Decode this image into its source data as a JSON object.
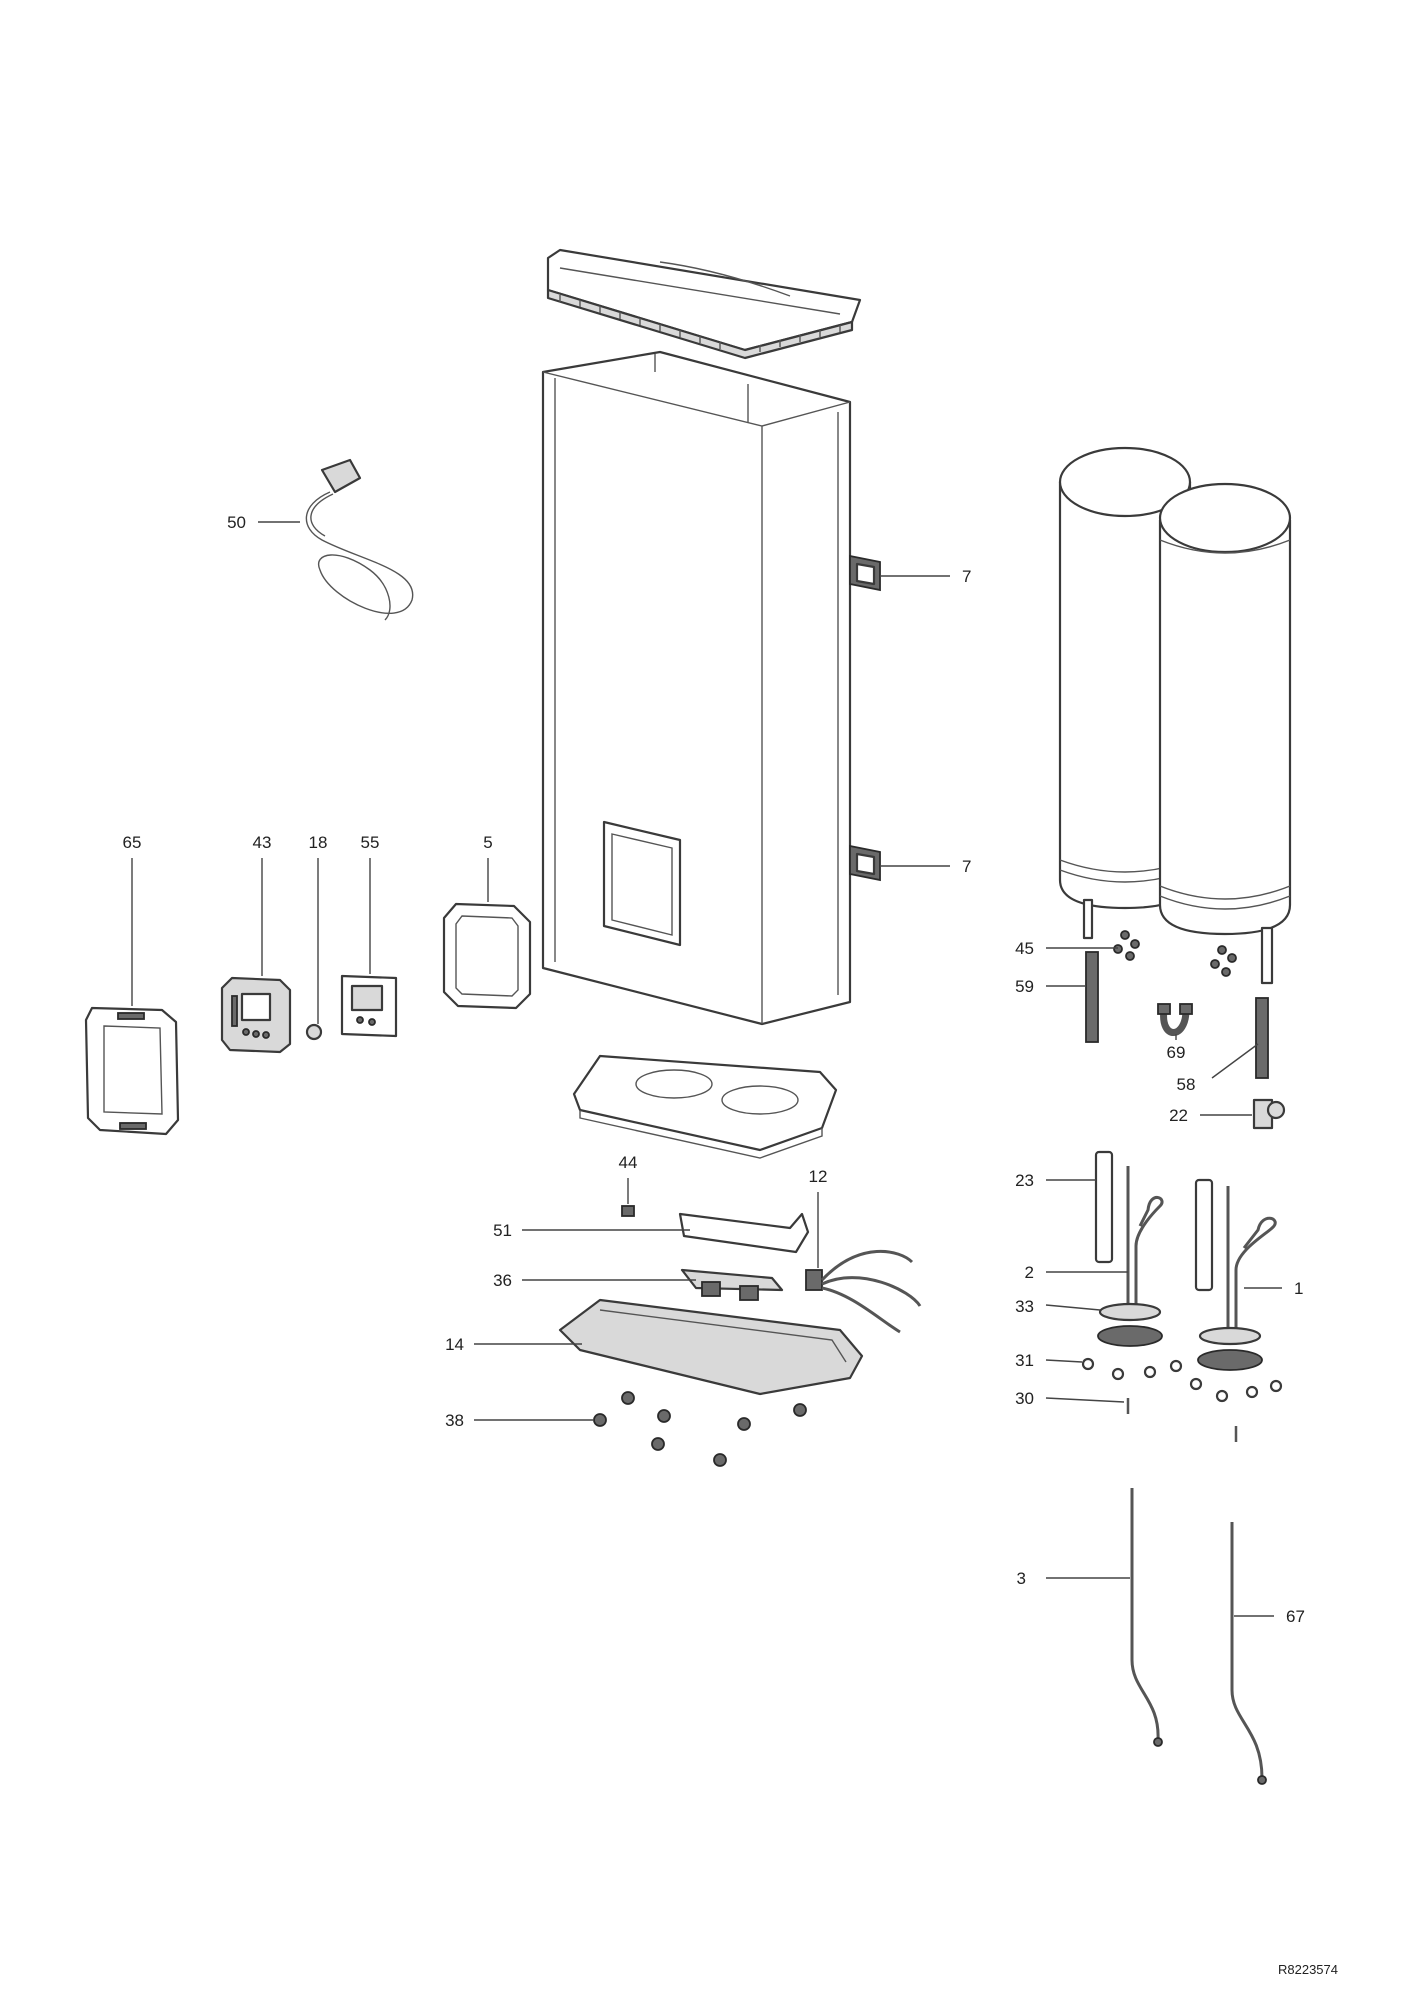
{
  "callouts": {
    "c50": "50",
    "c7a": "7",
    "c7b": "7",
    "c65": "65",
    "c43": "43",
    "c18": "18",
    "c55": "55",
    "c5": "5",
    "c45": "45",
    "c59": "59",
    "c69": "69",
    "c58": "58",
    "c22": "22",
    "c44": "44",
    "c12": "12",
    "c51": "51",
    "c36": "36",
    "c14": "14",
    "c38": "38",
    "c23": "23",
    "c2": "2",
    "c1": "1",
    "c33": "33",
    "c31": "31",
    "c30": "30",
    "c3": "3",
    "c67": "67"
  },
  "drawing_id": "R8223574"
}
